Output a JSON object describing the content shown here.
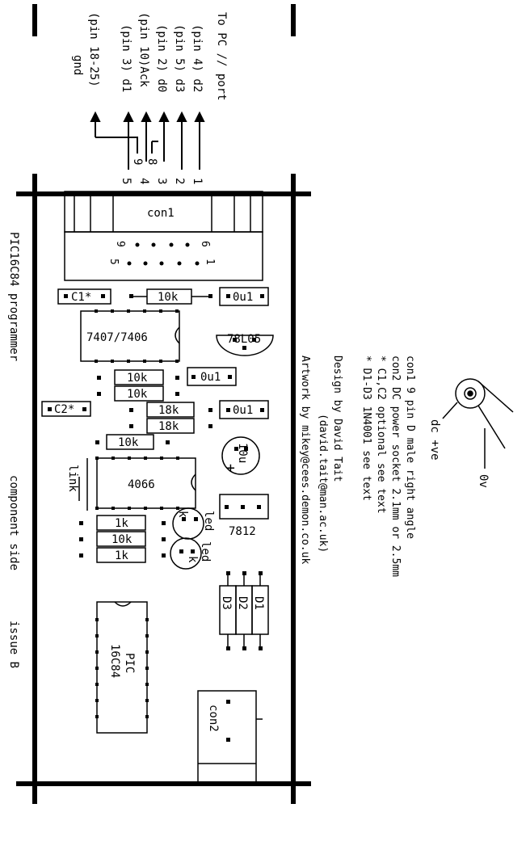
{
  "header": {
    "to_pc": "To PC // port",
    "pin_lines": [
      "(pin 4) d2",
      "(pin 5) d3",
      "(pin 2) d0",
      "(pin 10)Ack",
      "(pin 3) d1",
      "(pin 18-25)",
      "gnd"
    ]
  },
  "wire_numbers": [
    "1",
    "2",
    "3",
    "4",
    "5",
    "8",
    "9"
  ],
  "left_titles": {
    "title": "PIC16C84 programmer",
    "side": "component side",
    "issue": "issue B"
  },
  "components": {
    "con1": "con1",
    "con1_pin_labels": [
      "9",
      "6",
      "5",
      "1"
    ],
    "c1": "C1*",
    "c2": "C2*",
    "r1": "10k",
    "r2": "10k",
    "r3": "10k",
    "r4": "18k",
    "r5": "18k",
    "r6": "10k",
    "r7": "1k",
    "r8": "10k",
    "r9": "1k",
    "cap1": "0u1",
    "cap2": "0u1",
    "cap3": "0u1",
    "ic1": "7407/7406",
    "ic2": "4066",
    "ic3_line1": "PIC",
    "ic3_line2": "16C84",
    "reg1": "78L05",
    "reg2": "7812",
    "cap_elec": "10u",
    "plus": "+",
    "link": "link",
    "led1": "led",
    "led2": "led",
    "k1": "k",
    "k2": "k",
    "d1": "D1",
    "d2": "D2",
    "d3": "D3",
    "con2": "con2"
  },
  "notes": [
    "con1    9 pin D male right angle",
    "con2    DC power socket 2.1mm or 2.5mm",
    "* C1,C2  optional see text",
    "* D1-D3  1N4001 see text",
    "Design by David Tait",
    "(david.tait@man.ac.uk)",
    "Artwork by mikey@cees.demon.co.uk"
  ],
  "socket": {
    "dc_label": "dc +ve",
    "zero_label": "0v"
  }
}
